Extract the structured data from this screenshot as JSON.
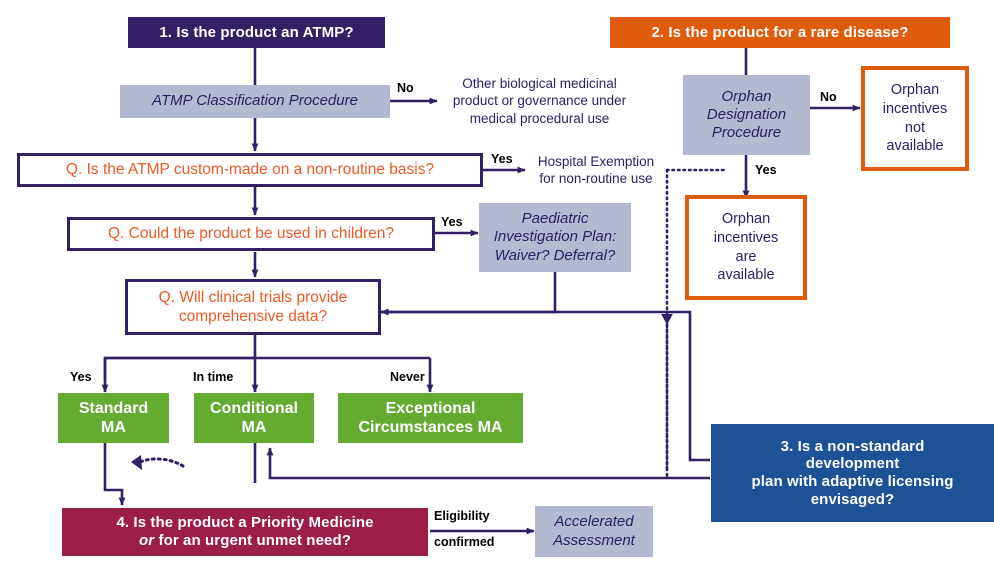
{
  "diagram": {
    "title": "ATMP regulatory pathway decision flowchart",
    "colors": {
      "purple": "#331f63",
      "orange": "#de5c0b",
      "blue": "#1f5197",
      "maroon": "#9c1d45",
      "green": "#65ab31",
      "grey": "#b3b9d1",
      "question_text": "#ee5a24",
      "body_text": "#2b1f66",
      "connector": "#331f63"
    }
  },
  "nodes": {
    "q1_banner": "1. Is the product an ATMP?",
    "q2_banner": "2. Is the product for a rare disease?",
    "q3_banner_line1": "3. Is a non-standard",
    "q3_banner_line2": "development",
    "q3_banner_line3": "plan with adaptive licensing",
    "q3_banner_line4": "envisaged?",
    "q4_banner_line1": "4. Is the product a Priority Medicine",
    "q4_banner_line2_italic": "or",
    "q4_banner_line2_rest": " for an urgent unmet need?",
    "atmp_classification": "ATMP Classification Procedure",
    "other_biological_line1": "Other biological medicinal",
    "other_biological_line2": "product or governance under",
    "other_biological_line3": "medical procedural use",
    "q_custom_made": "Q. Is the ATMP custom-made on a non-routine basis?",
    "hospital_exemption_line1": "Hospital Exemption",
    "hospital_exemption_line2": "for non-routine use",
    "q_children": "Q. Could the product be used in children?",
    "pip_line1": "Paediatric",
    "pip_line2": "Investigation Plan:",
    "pip_line3": "Waiver? Deferral?",
    "q_trials_line1": "Q. Will clinical trials provide",
    "q_trials_line2": "comprehensive data?",
    "orphan_designation_line1": "Orphan",
    "orphan_designation_line2": "Designation",
    "orphan_designation_line3": "Procedure",
    "orphan_not_available_line1": "Orphan",
    "orphan_not_available_line2": "incentives",
    "orphan_not_available_line3": "not",
    "orphan_not_available_line4": "available",
    "orphan_available_line1": "Orphan",
    "orphan_available_line2": "incentives",
    "orphan_available_line3": "are",
    "orphan_available_line4": "available",
    "standard_ma_line1": "Standard",
    "standard_ma_line2": "MA",
    "conditional_ma_line1": "Conditional",
    "conditional_ma_line2": "MA",
    "exceptional_ma_line1": "Exceptional",
    "exceptional_ma_line2": "Circumstances MA",
    "accelerated_line1": "Accelerated",
    "accelerated_line2": "Assessment"
  },
  "edge_labels": {
    "no_classification": "No",
    "yes_custom_made": "Yes",
    "yes_children": "Yes",
    "no_orphan": "No",
    "yes_orphan": "Yes",
    "yes_standard": "Yes",
    "in_time_conditional": "In time",
    "never_exceptional": "Never",
    "eligibility": "Eligibility",
    "confirmed": "confirmed"
  }
}
